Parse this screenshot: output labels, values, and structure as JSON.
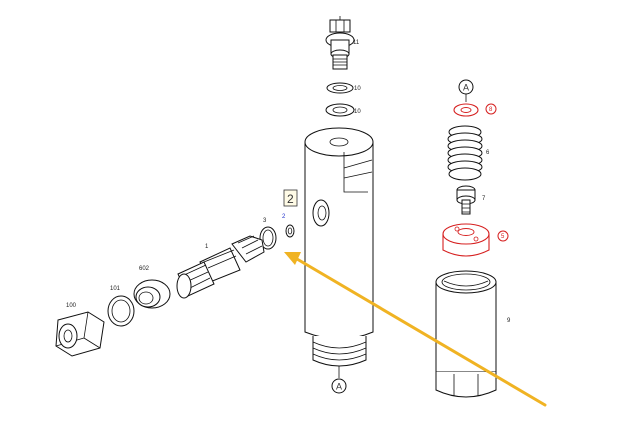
{
  "callouts": {
    "top_ref": "A",
    "bottom_ref": "A"
  },
  "highlight_box": "2",
  "parts": {
    "banjo_bolt": "11",
    "washer_a": "10",
    "washer_b": "10",
    "small_ring": "2",
    "o_ring": "3",
    "nozzle_holder": "1",
    "cap": "602",
    "seal_ring": "101",
    "nut": "100",
    "red_washer": "8",
    "spring": "6",
    "spindle": "7",
    "red_insert": "5",
    "sleeve_nut": "9"
  },
  "colors": {
    "line": "#111111",
    "highlight_red": "#d62020",
    "arrow": "#f0b323",
    "blue_label": "#2233cc"
  }
}
